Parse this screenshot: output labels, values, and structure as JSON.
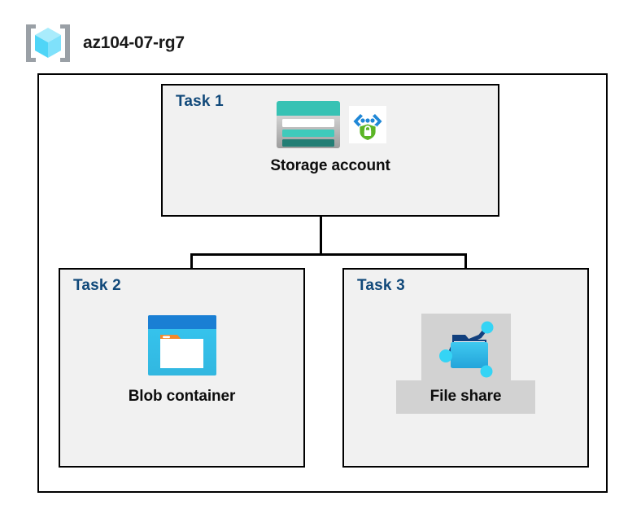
{
  "resource_group": {
    "name": "az104-07-rg7",
    "icon": "resource-group-icon"
  },
  "tasks": [
    {
      "id": "task-1",
      "label": "Task 1",
      "node": {
        "caption": "Storage account",
        "icons": [
          "storage-account-icon",
          "secure-endpoint-icon"
        ]
      }
    },
    {
      "id": "task-2",
      "label": "Task 2",
      "node": {
        "caption": "Blob container",
        "icons": [
          "blob-container-icon"
        ]
      }
    },
    {
      "id": "task-3",
      "label": "Task 3",
      "node": {
        "caption": "File share",
        "icons": [
          "file-share-icon"
        ],
        "highlighted": true
      }
    }
  ],
  "connections": [
    {
      "from": "Storage account",
      "to": "Blob container"
    },
    {
      "from": "Storage account",
      "to": "File share"
    }
  ],
  "colors": {
    "boundary_stroke": "#000000",
    "task_box_fill": "#f1f1f1",
    "task_label": "#11497a",
    "caption": "#0d0d0d",
    "highlight": "#d2d2d2",
    "storage_teal": "#37c2b4",
    "storage_teal_dark": "#237e75",
    "blob_blue": "#1d8ad6",
    "blob_cyan": "#32c2ec",
    "blob_orange": "#f3892a",
    "shield_green": "#5bb526",
    "node_cyan": "#35d4f5",
    "cube_cyan": "#8fe6fb",
    "bracket_gray": "#9aa0a6"
  }
}
